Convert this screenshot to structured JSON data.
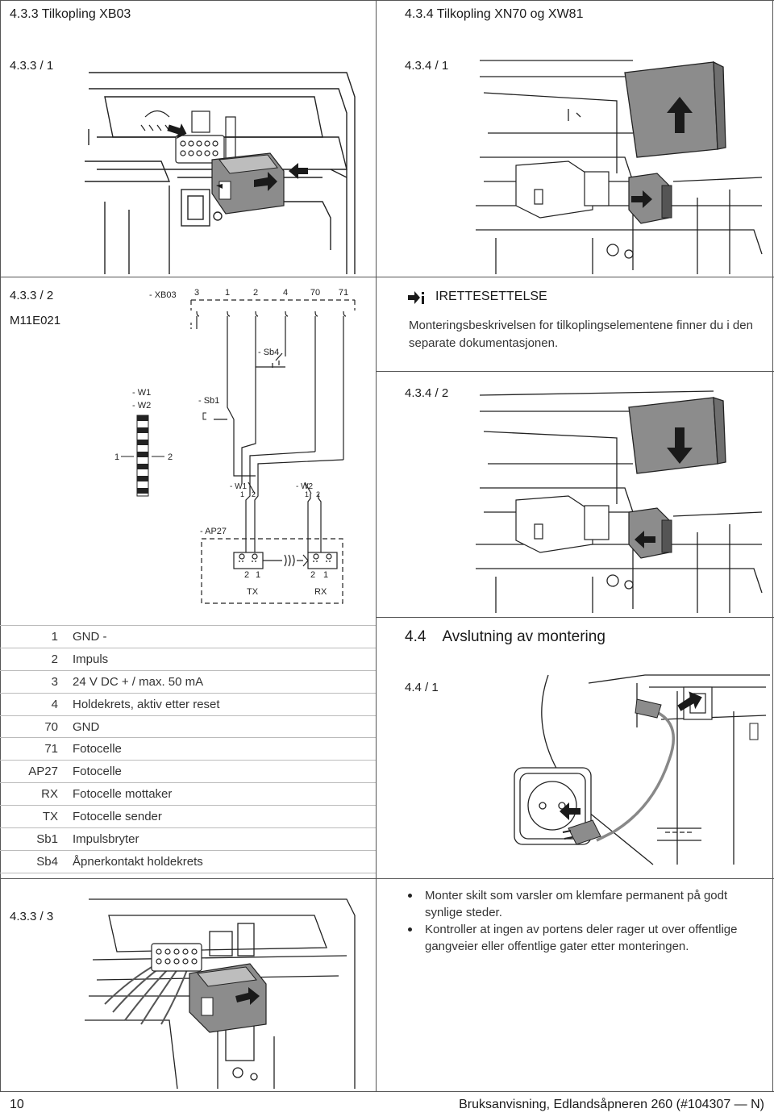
{
  "left_section": {
    "title": "4.3.3  Tilkopling XB03",
    "fig1_label": "4.3.3 / 1",
    "fig2_label": "4.3.3 / 2",
    "fig2_code": "M11E021",
    "fig3_label": "4.3.3 / 3"
  },
  "right_section": {
    "title": "4.3.4  Tilkopling XN70 og XW81",
    "fig1_label": "4.3.4 / 1",
    "fig2_label": "4.3.4 / 2"
  },
  "note": {
    "icon": "info-arrow-icon",
    "title": "IRETTESETTELSE",
    "text": "Monteringsbeskrivelsen for tilkoplingselementene finner du i den separate dokumentasjonen."
  },
  "diagram": {
    "xb03": "- XB03",
    "terminals": [
      "3",
      "1",
      "2",
      "4",
      "70",
      "71"
    ],
    "sb4": "- Sb4",
    "w1w2_a": "- W1",
    "w1w2_b": "- W2",
    "sb1": "- Sb1",
    "w1": "- W1",
    "w2": "- W2",
    "small_1": "1",
    "small_2": "2",
    "ap27": "- AP27",
    "tx": "TX",
    "rx": "RX",
    "n1": "1",
    "n2": "2"
  },
  "legend": [
    {
      "key": "1",
      "value": "GND -"
    },
    {
      "key": "2",
      "value": "Impuls"
    },
    {
      "key": "3",
      "value": "24 V DC + / max. 50 mA"
    },
    {
      "key": "4",
      "value": "Holdekrets, aktiv etter reset"
    },
    {
      "key": "70",
      "value": "GND"
    },
    {
      "key": "71",
      "value": "Fotocelle"
    },
    {
      "key": "AP27",
      "value": "Fotocelle"
    },
    {
      "key": "RX",
      "value": "Fotocelle mottaker"
    },
    {
      "key": "TX",
      "value": "Fotocelle sender"
    },
    {
      "key": "Sb1",
      "value": "Impulsbryter"
    },
    {
      "key": "Sb4",
      "value": "Åpnerkontakt holdekrets"
    }
  ],
  "section_44": {
    "title": "4.4    Avslutning av montering",
    "fig_label": "4.4 / 1",
    "bullets": [
      "Monter skilt som varsler om klemfare permanent på godt synlige steder.",
      "Kontroller at ingen av portens deler rager ut over offentlige gangveier eller offentlige gater etter monteringen."
    ]
  },
  "footer": {
    "page_number": "10",
    "doc_title": "Bruksanvisning, Edlandsåpneren 260 (#104307 — N)"
  },
  "colors": {
    "line": "#555555",
    "plug_gray": "#8c8c8c",
    "accent_dark": "#1a1a1a"
  }
}
